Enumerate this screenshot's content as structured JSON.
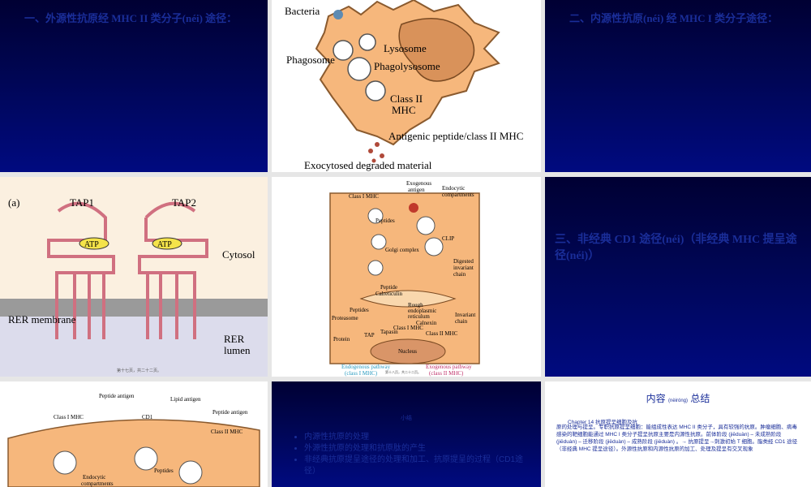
{
  "slides": {
    "s1": {
      "title": "一、外源性抗原经 MHC II 类分子(néi) 途径："
    },
    "s2": {
      "labels": {
        "bacteria": "Bacteria",
        "phagosome": "Phagosome",
        "lysosome": "Lysosome",
        "phagolysosome": "Phagolysosome",
        "class2": "Class II",
        "mhc": "MHC",
        "antigenic": "Antigenic peptide/class II MHC",
        "exocytosed": "Exocytosed degraded material"
      }
    },
    "s3": {
      "title": "二、内源性抗原(néi) 经 MHC I 类分子途径："
    },
    "s4": {
      "labels": {
        "panel": "(a)",
        "tap1": "TAP1",
        "tap2": "TAP2",
        "atp1": "ATP",
        "atp2": "ATP",
        "cytosol": "Cytosol",
        "rer_membrane": "RER membrane",
        "rer": "RER",
        "lumen": "lumen",
        "footer": "第十七页，共二十二页。"
      }
    },
    "s5": {
      "labels": {
        "exogenous": "Exogenous",
        "antigen": "antigen",
        "endocytic": "Endocytic",
        "compartments": "compartments",
        "class1mhc": "Class I MHC",
        "peptides": "Peptides",
        "clip": "CLIP",
        "golgi": "Golgi complex",
        "digested": "Digested",
        "invariant": "invariant",
        "chain": "chain",
        "peptide": "Peptide",
        "calreticulin": "Calreticulin",
        "rough": "Rough",
        "endoplasmic": "endoplasmic",
        "reticulum": "reticulum",
        "calnexin": "Calnexin",
        "peptides2": "Peptides",
        "proteasome": "Proteasome",
        "tap": "TAP",
        "tapasin": "Tapasin",
        "class1mhc2": "Class I MHC",
        "class2mhc": "Class II MHC",
        "invariant_chain": "Invariant",
        "chain2": "chain",
        "protein": "Protein",
        "nucleus": "Nucleus",
        "endo_path": "Endogenous pathway",
        "endo_class": "(class I MHC)",
        "exo_path": "Exogenous pathway",
        "exo_class": "(class II MHC)",
        "footer": "第十八页，共二十二页。"
      }
    },
    "s6": {
      "title": "三、非经典 CD1 途径(néi)（非经典 MHC 提呈途径(néi)）"
    },
    "s7": {
      "labels": {
        "peptide_antigen": "Peptide antigen",
        "lipid_antigen": "Lipid antigen",
        "peptide_antigen2": "Peptide antigen",
        "class1mhc": "Class I MHC",
        "cd1": "CD1",
        "class2mhc": "Class II MHC",
        "endocytic": "Endocytic",
        "compartments": "compartments",
        "peptides": "Peptides"
      }
    },
    "s8": {
      "header": "小结",
      "bullets": [
        "内源性抗原的处理",
        "外源性抗原的处理和抗原肽的产生",
        "非经典抗原提呈途径的处理和加工、抗原提呈的过程（CD1途径）"
      ]
    },
    "s9": {
      "title_a": "内容",
      "title_pinyin": "(nèiróng)",
      "title_b": "总结",
      "line1": "Chapter 14   抗原提呈细胞及抗",
      "line2": "原的处理与提呈。专职抗原提呈细胞：能组成性表达 MHC II 类分子，具有较强的抗原。肿瘤细胞、病毒感染的靶细胞能通过 MHC I 类分子提呈抗原主要是内源性抗原。前体阶段 (jiēduàn) – 未成熟阶段 (jiēduàn) – 迁移阶段 (jiēduàn) – 成熟阶段 (jiēduàn) 。→ 抗原提呈→刺激初始 T 细胞。脂类经 CD1 途径（非经典 MHC 提呈途径）。外源性抗原和内源性抗原的加工、处理及提呈有交叉现象"
    }
  }
}
